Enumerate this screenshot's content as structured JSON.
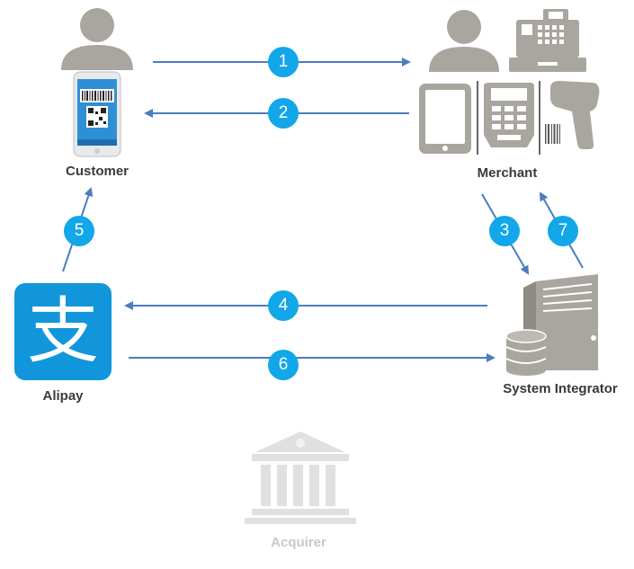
{
  "labels": {
    "customer": "Customer",
    "merchant": "Merchant",
    "alipay": "Alipay",
    "system_integrator": "System Integrator",
    "acquirer": "Acquirer"
  },
  "steps": {
    "s1": "1",
    "s2": "2",
    "s3": "3",
    "s4": "4",
    "s5": "5",
    "s6": "6",
    "s7": "7"
  },
  "logo": {
    "alipay_glyph": "支"
  },
  "colors": {
    "arrow": "#4a7ebf",
    "step_circle": "#12a7e8",
    "alipay_blue": "#1296db",
    "icon_gray": "#a9a59f",
    "faded_gray": "#e0e0e0"
  }
}
